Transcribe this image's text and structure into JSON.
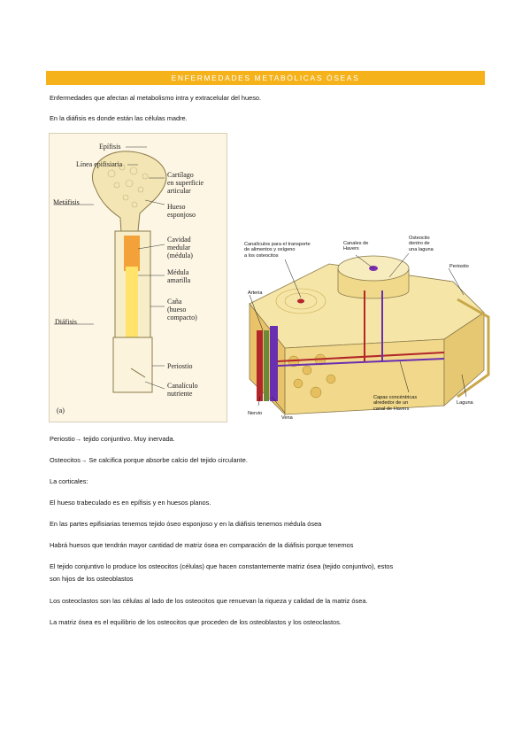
{
  "banner": "ENFERMEDADES METABÓLICAS ÓSEAS",
  "paragraphs": {
    "p1": "Enfermedades que afectan al metabolismo intra y extracelular del hueso.",
    "p2": "En la diáfisis es donde están las células madre.",
    "p3": "Periostio→ tejido conjuntivo. Muy inervada.",
    "p4": "Osteocitos→ Se calcifica porque absorbe calcio del tejido circulante.",
    "p5": "La corticales:",
    "p6": "El hueso trabeculado es en epífisis y en huesos planos.",
    "p7": "En las partes epifisiarias tenemos tejido óseo esponjoso y en la diáfisis tenemos médula ósea",
    "p8": "Habrá huesos que tendrán mayor cantidad de matriz ósea en comparación de la diáfisis porque tenemos",
    "p9a": "El tejido conjuntivo lo produce los osteocitos (células) que hacen constantemente matriz ósea (tejido conjuntivo), estos",
    "p9b": "son hijos de los osteoblastos",
    "p10": "Los osteoclastos son las células al lado de los osteocitos que renuevan la riqueza y calidad de la matriz ósea.",
    "p11": "La matriz ósea es el equilibrio de los osteocitos que proceden de los osteoblastos y los osteoclastos."
  },
  "figure1": {
    "epifisis": "Epífisis",
    "linea": "Línea epifisiaria",
    "metafisis": "Metáfisis",
    "diafisis": "Diáfisis",
    "cartilago1": "Cartílago",
    "cartilago2": "en superficie",
    "cartilago3": "articular",
    "hueso1": "Hueso",
    "hueso2": "esponjoso",
    "cavidad1": "Cavidad",
    "cavidad2": "medular",
    "cavidad3": "(médula)",
    "medula1": "Médula",
    "medula2": "amarilla",
    "cana1": "Caña",
    "cana2": "(hueso",
    "cana3": "compacto)",
    "periostio": "Periostio",
    "canaliculo1": "Canalículo",
    "canaliculo2": "nutriente",
    "letter": "(a)"
  },
  "figure2": {
    "canaliculos1": "Canalículos para el transporte",
    "canaliculos2": "de alimentos y oxígeno",
    "canaliculos3": "a los osteocitos",
    "havers1": "Canales de",
    "havers2": "Havers",
    "osteocito1": "Osteocito",
    "osteocito2": "dentro de",
    "osteocito3": "una laguna",
    "periostio": "Periostio",
    "arteria": "Arteria",
    "nervio": "Nervio",
    "vena": "Vena",
    "capas1": "Capas concéntricas",
    "capas2": "alrededor de un",
    "capas3": "canal de Havers",
    "laguna": "Laguna"
  }
}
